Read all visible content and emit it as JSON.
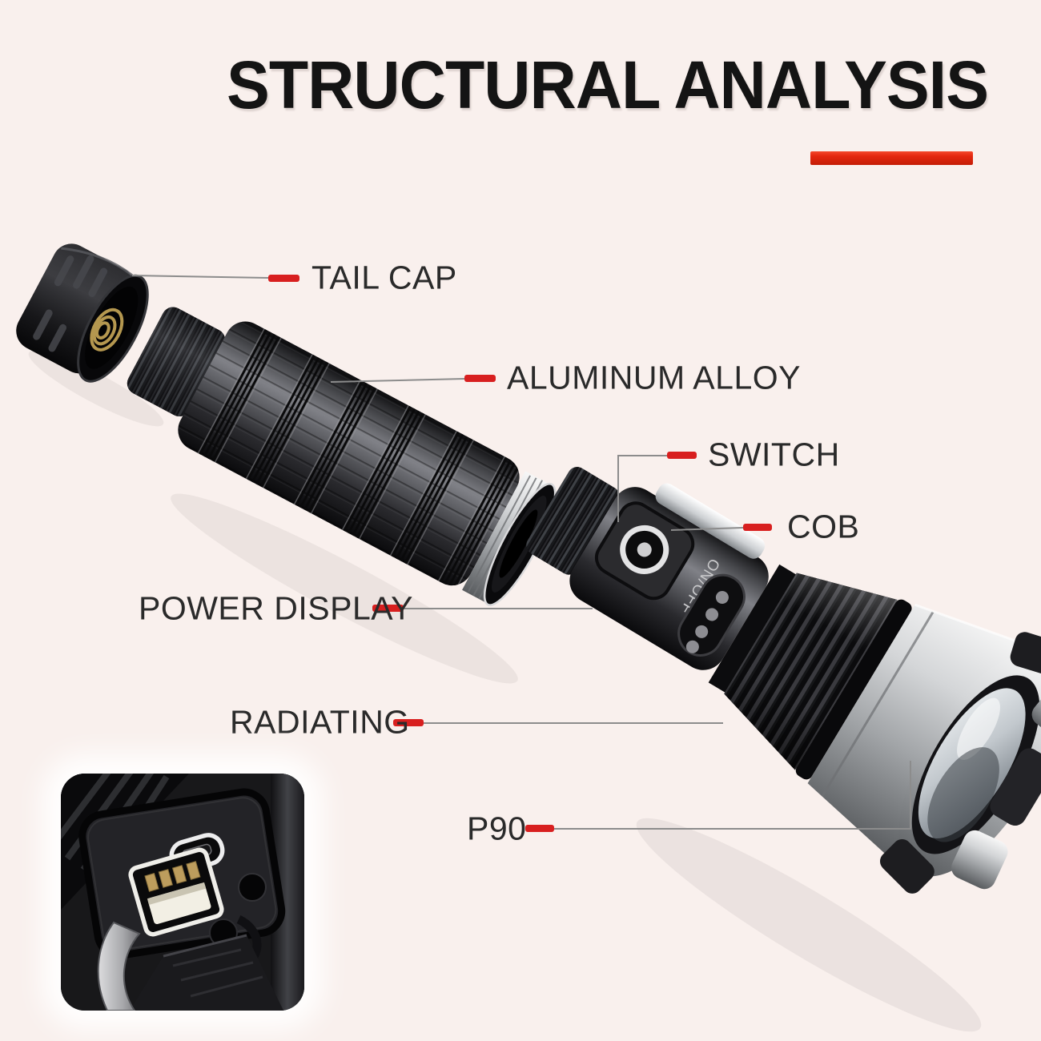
{
  "title": {
    "text": "STRUCTURAL ANALYSIS"
  },
  "callouts": {
    "tail_cap": "TAIL CAP",
    "aluminum_alloy": "ALUMINUM ALLOY",
    "switch": "SWITCH",
    "cob": "COB",
    "power_display": "POWER DISPLAY",
    "radiating": "RADIATING",
    "p90": "P90"
  },
  "product": {
    "switch_label": "ON/OFF"
  },
  "colors": {
    "background": "#f9f0ed",
    "title_text": "#141414",
    "title_bar_red": "#e4270f",
    "accent_red": "#d81f1f",
    "callout_line_gray": "#8c8c8c",
    "label_text": "#2a2a2a"
  }
}
